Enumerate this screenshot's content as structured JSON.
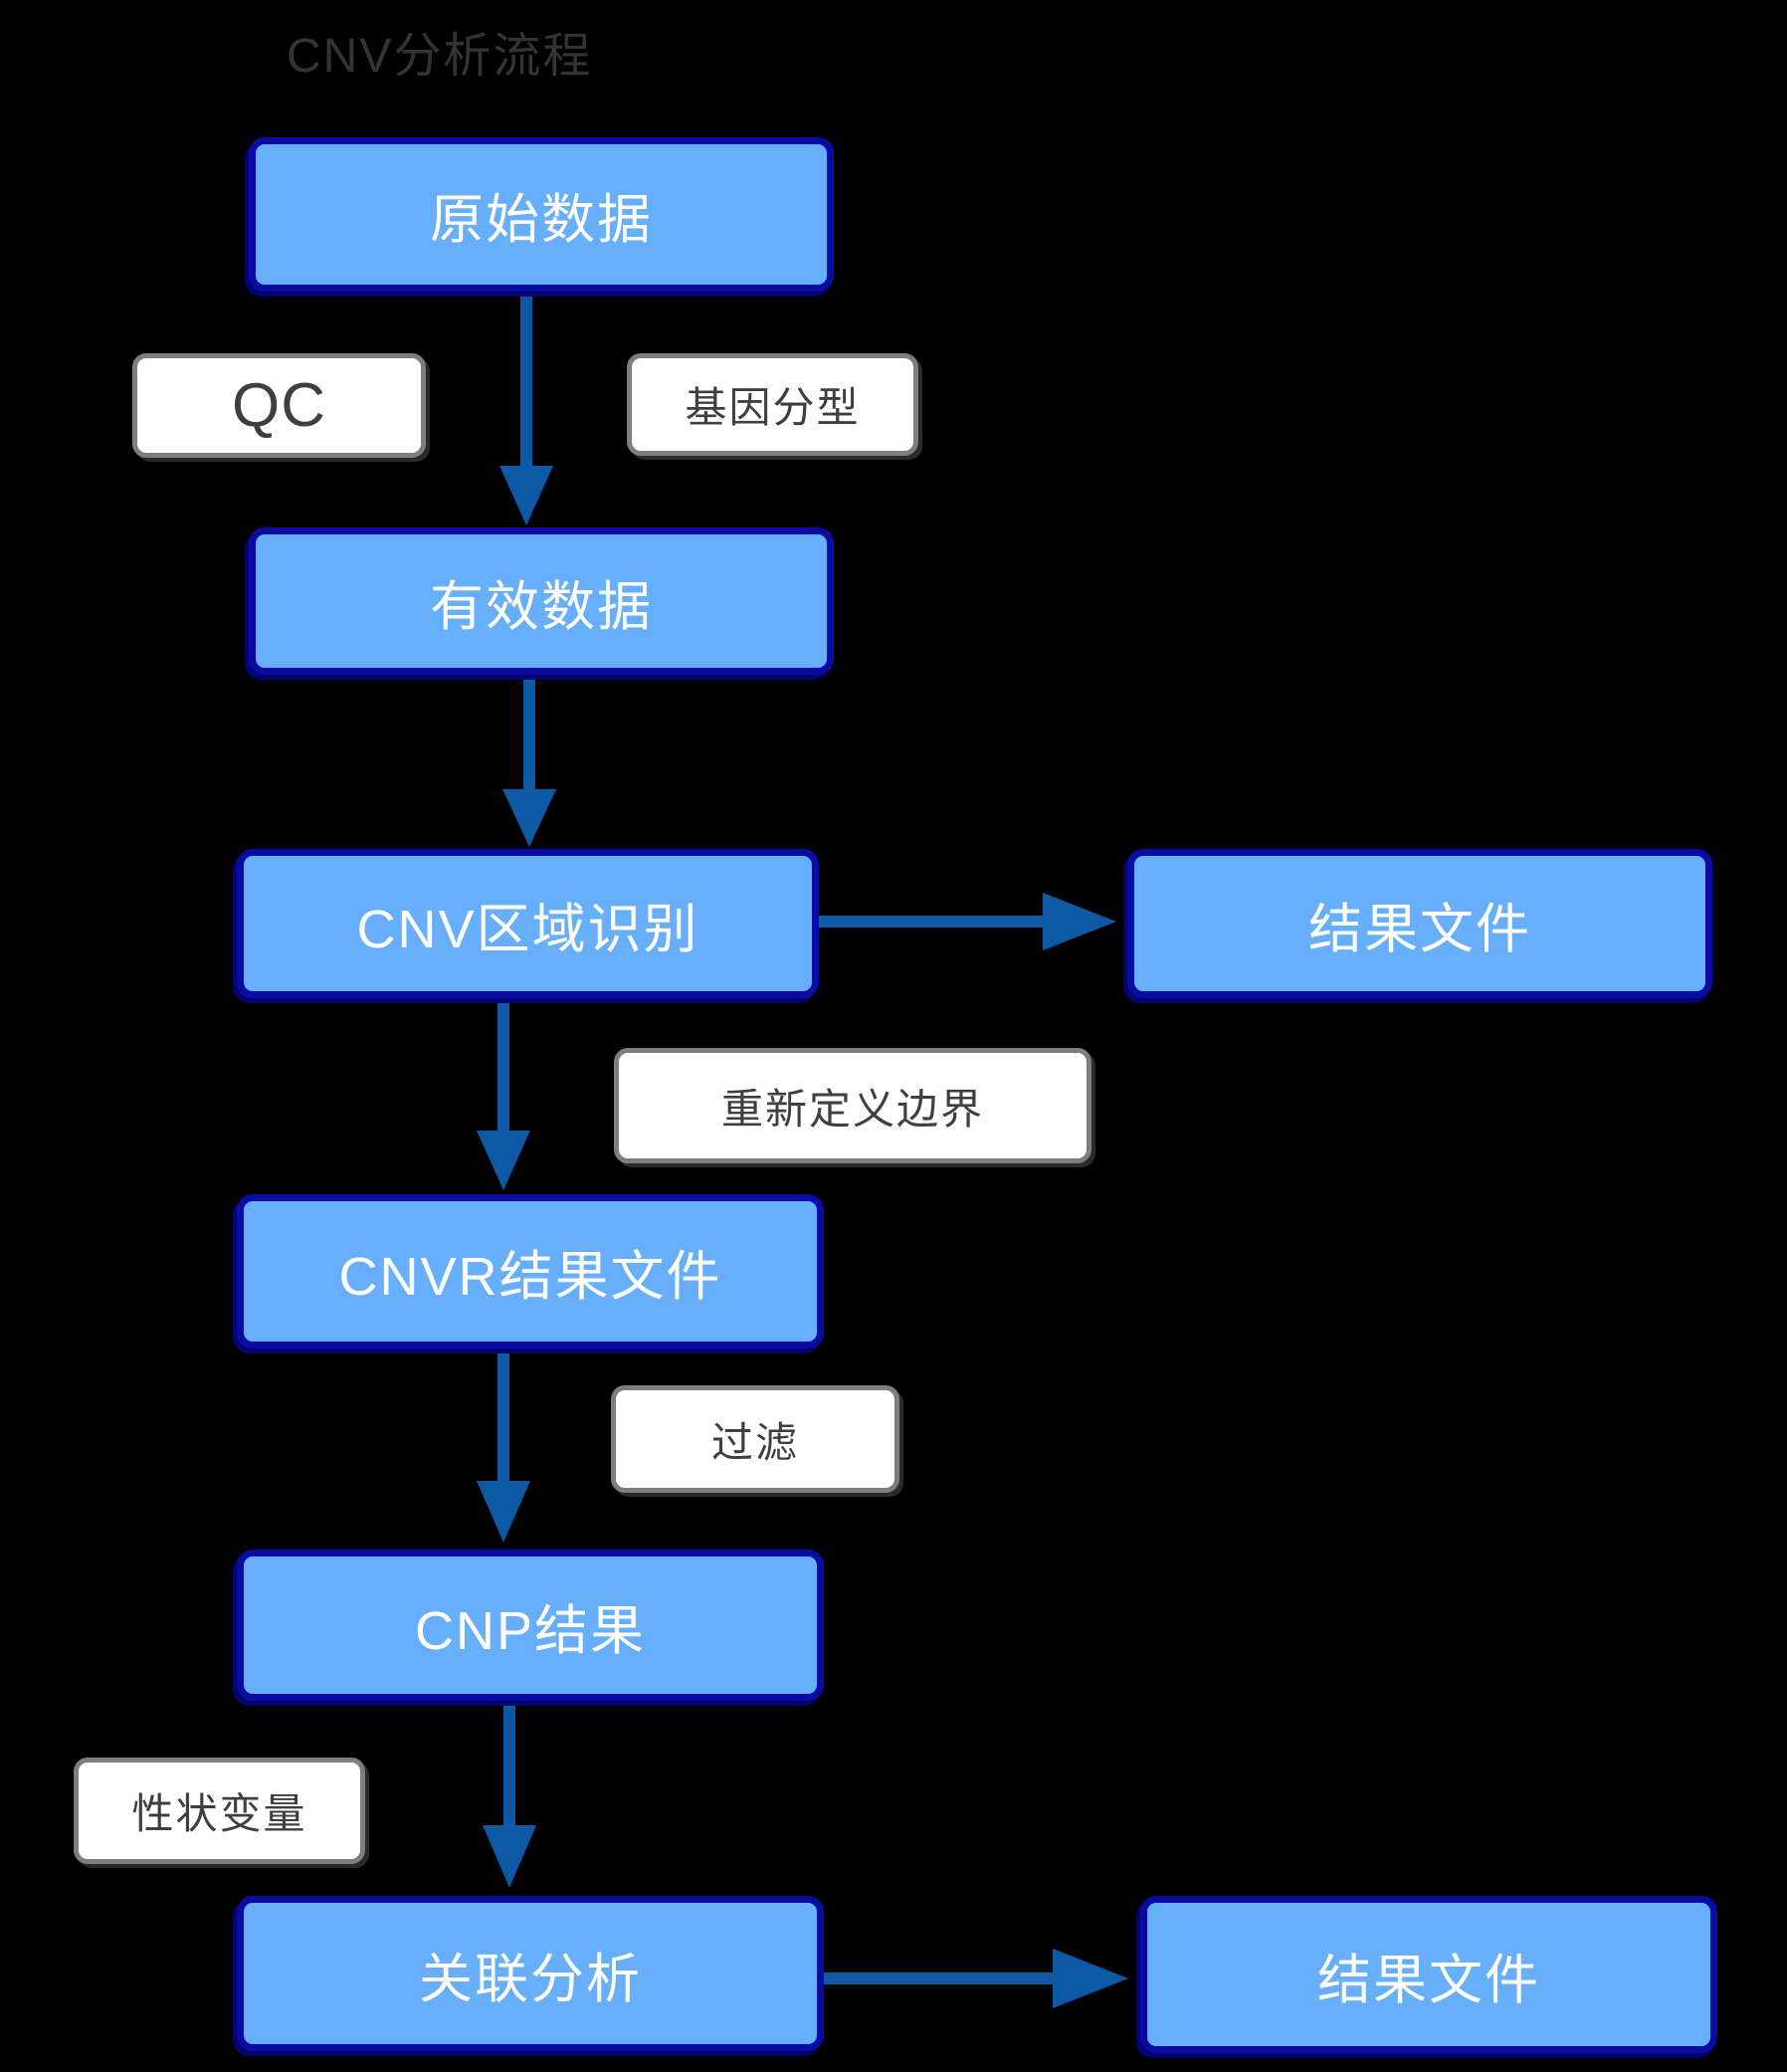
{
  "title": "CNV分析流程",
  "colors": {
    "background": "#000000",
    "node_fill": "#67AFFB",
    "node_border": "#0A0BA3",
    "node_text": "#FFFFFF",
    "label_fill": "#FFFFFF",
    "label_border": "#7E7E7E",
    "label_text": "#3F3F3F",
    "arrow": "#0D59A5",
    "title_text": "#333333"
  },
  "nodes": [
    {
      "id": "raw-data",
      "label": "原始数据"
    },
    {
      "id": "valid-data",
      "label": "有效数据"
    },
    {
      "id": "cnv-region",
      "label": "CNV区域识别"
    },
    {
      "id": "result-file-1",
      "label": "结果文件"
    },
    {
      "id": "cnvr-result",
      "label": "CNVR结果文件"
    },
    {
      "id": "cnp-result",
      "label": "CNP结果"
    },
    {
      "id": "association",
      "label": "关联分析"
    },
    {
      "id": "result-file-2",
      "label": "结果文件"
    }
  ],
  "process_labels": [
    {
      "id": "qc",
      "text": "QC"
    },
    {
      "id": "genotype",
      "text": "基因分型"
    },
    {
      "id": "redefine",
      "text": "重新定义边界"
    },
    {
      "id": "filter",
      "text": "过滤"
    },
    {
      "id": "trait",
      "text": "性状变量"
    }
  ],
  "edges": [
    {
      "from": "原始数据",
      "to": "有效数据",
      "via": "QC / 基因分型"
    },
    {
      "from": "有效数据",
      "to": "CNV区域识别",
      "via": ""
    },
    {
      "from": "CNV区域识别",
      "to": "结果文件",
      "via": ""
    },
    {
      "from": "CNV区域识别",
      "to": "CNVR结果文件",
      "via": "重新定义边界"
    },
    {
      "from": "CNVR结果文件",
      "to": "CNP结果",
      "via": "过滤"
    },
    {
      "from": "CNP结果",
      "to": "关联分析",
      "via": "性状变量"
    },
    {
      "from": "关联分析",
      "to": "结果文件",
      "via": ""
    }
  ]
}
